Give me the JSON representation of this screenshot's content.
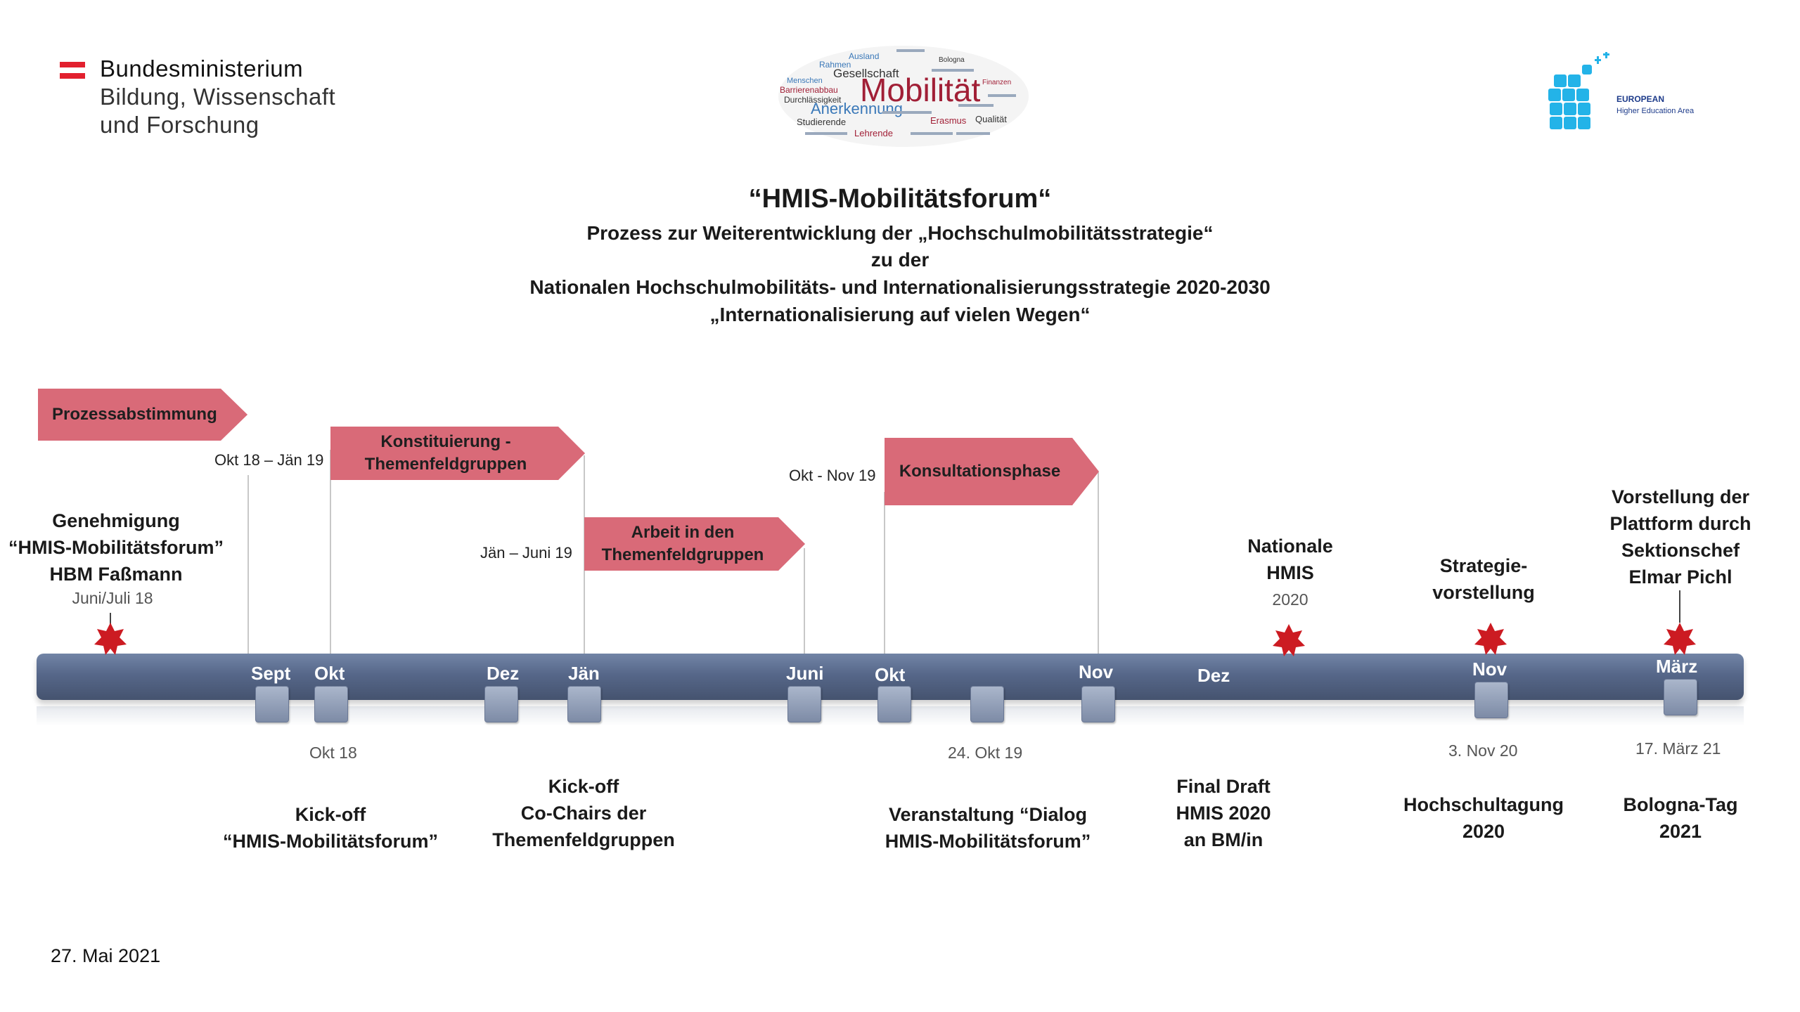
{
  "header": {
    "ministry_lines": [
      "Bundesministerium",
      "Bildung, Wissenschaft",
      "und Forschung"
    ],
    "wordcloud": {
      "words_big": [
        "Mobilität",
        "Anerkennung",
        "Gesellschaft"
      ],
      "words_small": [
        "Ausland",
        "Rahmen",
        "Barrierenabbau",
        "Durchlässigkeit",
        "Studierende",
        "Lehrende",
        "Erasmus",
        "Qualität",
        "Menschen",
        "Bologna",
        "Finanzen"
      ]
    },
    "ehea_lines": [
      "EUROPEAN",
      "Higher Education Area"
    ]
  },
  "title": {
    "main": "“HMIS-Mobilitätsforum“",
    "line1": "Prozess zur Weiterentwicklung der „Hochschulmobilitätsstrategie“",
    "line2": "zu der",
    "line3": "Nationalen Hochschulmobilitäts- und Internationalisierungsstrategie 2020-2030",
    "line4": "„Internationalisierung auf vielen Wegen“"
  },
  "phases": {
    "p1": "Prozessabstimmung",
    "p2_l1": "Konstituierung -",
    "p2_l2": "Themenfeldgruppen",
    "p3_l1": "Arbeit in den",
    "p3_l2": "Themenfeldgruppen",
    "p4": "Konsultationsphase"
  },
  "phase_ranges": {
    "r1": "Okt 18 – Jän 19",
    "r2": "Jän – Juni 19",
    "r3": "Okt - Nov 19"
  },
  "events_above": {
    "e1_l1": "Genehmigung",
    "e1_l2": "“HMIS-Mobilitätsforum”",
    "e1_l3": "HBM Faßmann",
    "e1_date": "Juni/Juli 18",
    "e2_l1": "Nationale",
    "e2_l2": "HMIS",
    "e2_date": "2020",
    "e3_l1": "Strategie-",
    "e3_l2": "vorstellung",
    "e4_l1": "Vorstellung der",
    "e4_l2": "Plattform durch",
    "e4_l3": "Sektionschef",
    "e4_l4": "Elmar Pichl"
  },
  "months": [
    "Sept",
    "Okt",
    "Dez",
    "Jän",
    "Juni",
    "Okt",
    "Nov",
    "Dez",
    "Nov",
    "März"
  ],
  "events_below": {
    "d1": "Okt 18",
    "d2": "24. Okt 19",
    "d3": "3. Nov 20",
    "d4": "17. März 21",
    "k1_l1": "Kick-off",
    "k1_l2": "“HMIS-Mobilitätsforum”",
    "k2_l1": "Kick-off",
    "k2_l2": "Co-Chairs der",
    "k2_l3": "Themenfeldgruppen",
    "k3_l1": "Veranstaltung “Dialog",
    "k3_l2": "HMIS-Mobilitätsforum”",
    "k4_l1": "Final Draft",
    "k4_l2": "HMIS 2020",
    "k4_l3": "an BM/in",
    "k5_l1": "Hochschultagung",
    "k5_l2": "2020",
    "k6_l1": "Bologna-Tag",
    "k6_l2": "2021"
  },
  "footer": {
    "date": "27. Mai 2021"
  },
  "colors": {
    "phase": "#d96a78",
    "timeline": "#566789",
    "star": "#cc1b22",
    "ministry_red": "#e2202e",
    "ehea_blue": "#23b3e8"
  }
}
